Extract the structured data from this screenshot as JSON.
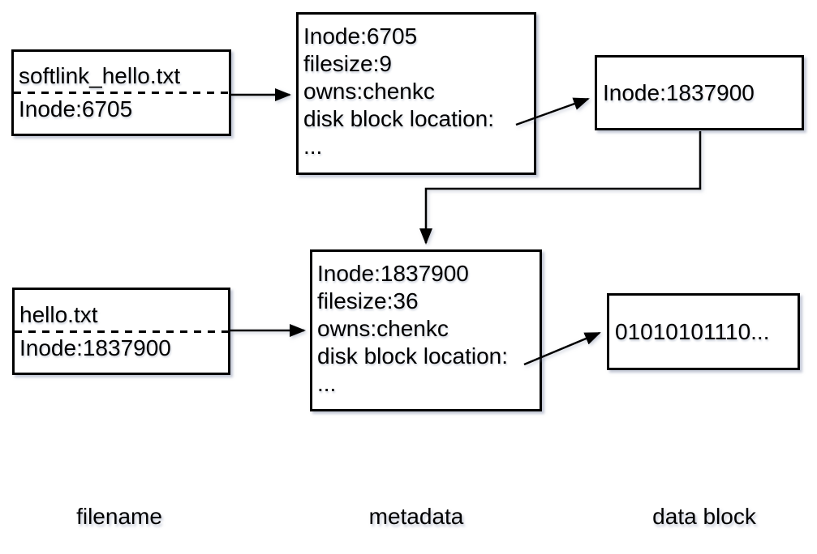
{
  "diagram": {
    "boxes": {
      "softlink_file": {
        "filename": "softlink_hello.txt",
        "inode": "Inode:6705"
      },
      "softlink_metadata": {
        "lines": [
          "Inode:6705",
          "filesize:9",
          "owns:chenkc",
          "disk block location:",
          "..."
        ]
      },
      "inode_reference": {
        "label": "Inode:1837900"
      },
      "hello_file": {
        "filename": "hello.txt",
        "inode": "Inode:1837900"
      },
      "hello_metadata": {
        "lines": [
          "Inode:1837900",
          "filesize:36",
          "owns:chenkc",
          "disk block location:",
          "..."
        ]
      },
      "data_block": {
        "label": "01010101110..."
      }
    },
    "column_labels": {
      "filename": "filename",
      "metadata": "metadata",
      "data_block": "data block"
    },
    "edges": [
      {
        "from": "softlink_file",
        "to": "softlink_metadata"
      },
      {
        "from": "softlink_metadata.disk_block_location",
        "to": "inode_reference"
      },
      {
        "from": "inode_reference",
        "to": "hello_metadata"
      },
      {
        "from": "hello_file",
        "to": "hello_metadata"
      },
      {
        "from": "hello_metadata.disk_block_location",
        "to": "data_block"
      }
    ],
    "colors": {
      "stroke": "#000000",
      "box_background": "#ffffff",
      "shadow": "rgba(145,155,180,0.55)"
    }
  }
}
